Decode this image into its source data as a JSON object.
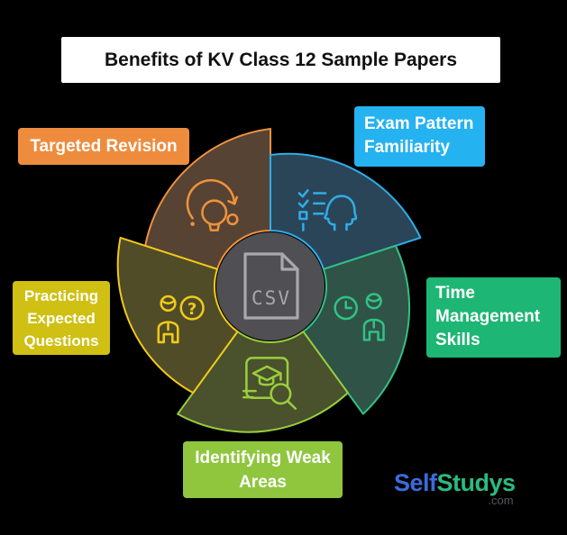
{
  "title": "Benefits of KV Class 12 Sample Papers",
  "segments": [
    {
      "id": "targeted-revision",
      "label": "Targeted Revision",
      "stroke": "#F0923B",
      "fill": "#564334",
      "label_bg": "#EE8C3E",
      "icon": "lightbulb-refresh-icon"
    },
    {
      "id": "exam-pattern-familiarity",
      "label": "Exam Pattern Familiarity",
      "stroke": "#2FADE8",
      "fill": "#2A4558",
      "label_bg": "#25B2F0",
      "icon": "checklist-head-icon"
    },
    {
      "id": "time-management-skills",
      "label": "Time Management Skills",
      "stroke": "#30C285",
      "fill": "#2F5347",
      "label_bg": "#1DB674",
      "icon": "clock-person-icon"
    },
    {
      "id": "identifying-weak-areas",
      "label": "Identifying Weak Areas",
      "stroke": "#9ACD3C",
      "fill": "#49512D",
      "label_bg": "#8FC63E",
      "icon": "book-search-icon"
    },
    {
      "id": "practicing-expected-questions",
      "label": "Practicing Expected Questions",
      "stroke": "#EFCA18",
      "fill": "#514C28",
      "label_bg": "#CFC013",
      "icon": "person-question-icon"
    }
  ],
  "center": {
    "file_label": "CSV",
    "circle_fill": "#4F4F54",
    "icon_color": "#A8A8AE"
  },
  "logo": {
    "part1": "Self",
    "part2": "Studys",
    "suffix": ".com",
    "part1_color": "#3B6BDC",
    "part2_color": "#2ABB7F",
    "suffix_color": "#54575B"
  },
  "colors": {
    "background": "#000000",
    "title_bg": "#FFFFFF",
    "title_text": "#111111",
    "label_text": "#FFFFFF"
  }
}
